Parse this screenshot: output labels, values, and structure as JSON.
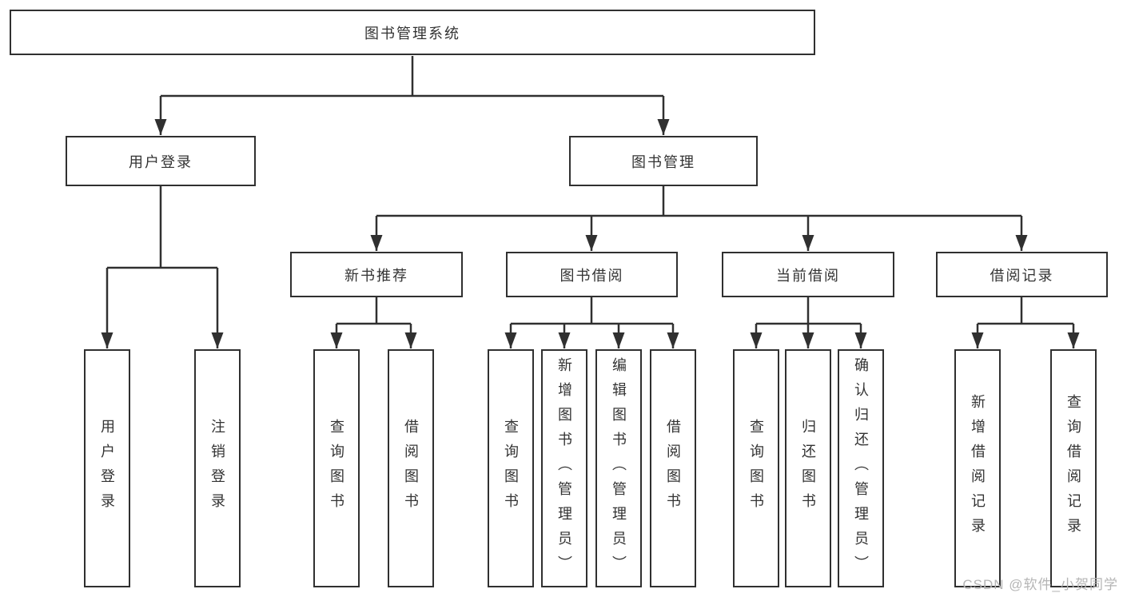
{
  "diagram": {
    "root": {
      "label": "图书管理系统"
    },
    "branches": [
      {
        "label": "用户登录",
        "children": [
          {
            "label": "用户登录"
          },
          {
            "label": "注销登录"
          }
        ]
      },
      {
        "label": "图书管理",
        "children": [
          {
            "label": "新书推荐",
            "children": [
              {
                "label": "查询图书"
              },
              {
                "label": "借阅图书"
              }
            ]
          },
          {
            "label": "图书借阅",
            "children": [
              {
                "label": "查询图书"
              },
              {
                "label": "新增图书（管理员）"
              },
              {
                "label": "编辑图书（管理员）"
              },
              {
                "label": "借阅图书"
              }
            ]
          },
          {
            "label": "当前借阅",
            "children": [
              {
                "label": "查询图书"
              },
              {
                "label": "归还图书"
              },
              {
                "label": "确认归还（管理员）"
              }
            ]
          },
          {
            "label": "借阅记录",
            "children": [
              {
                "label": "新增借阅记录"
              },
              {
                "label": "查询借阅记录"
              }
            ]
          }
        ]
      }
    ]
  },
  "watermark": {
    "text": "CSDN @软件_小贺同学"
  },
  "colors": {
    "line": "#303030",
    "box_border": "#303030",
    "text": "#333333",
    "watermark": "#b5b5b5",
    "background": "#ffffff"
  }
}
